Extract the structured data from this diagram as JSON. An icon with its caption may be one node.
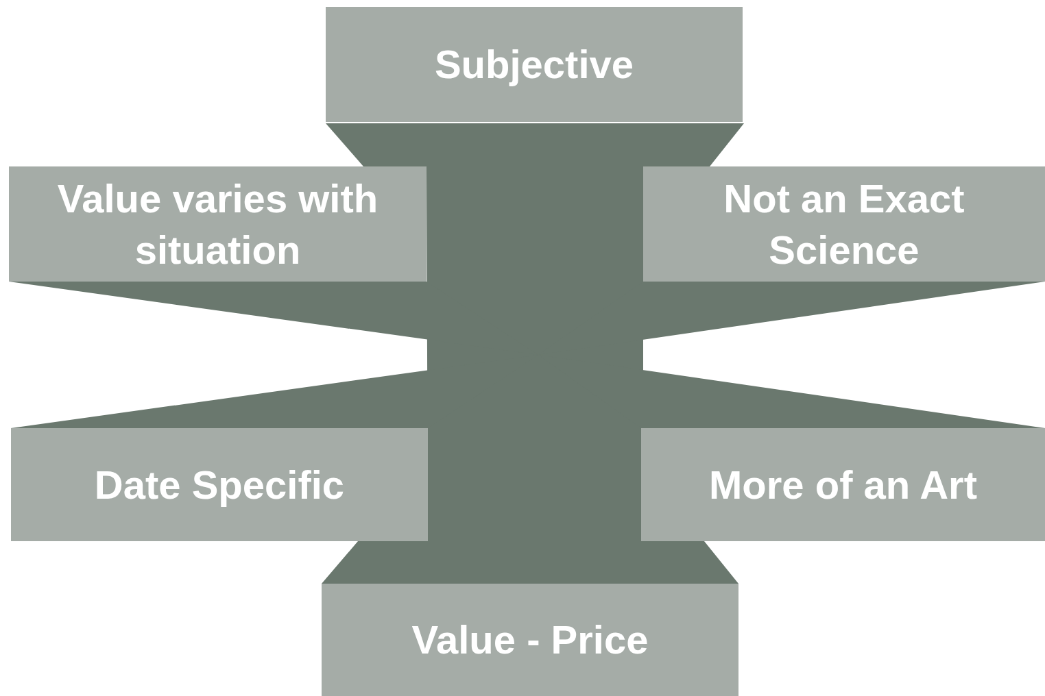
{
  "diagram": {
    "nodes": [
      {
        "text": [
          "Subjective"
        ]
      },
      {
        "text": [
          "Value varies with situation"
        ]
      },
      {
        "text": [
          "Not an Exact Science"
        ]
      },
      {
        "text": [
          "Date Specific"
        ]
      },
      {
        "text": [
          "More of an Art"
        ]
      },
      {
        "text": [
          "Value - Price"
        ]
      }
    ]
  }
}
